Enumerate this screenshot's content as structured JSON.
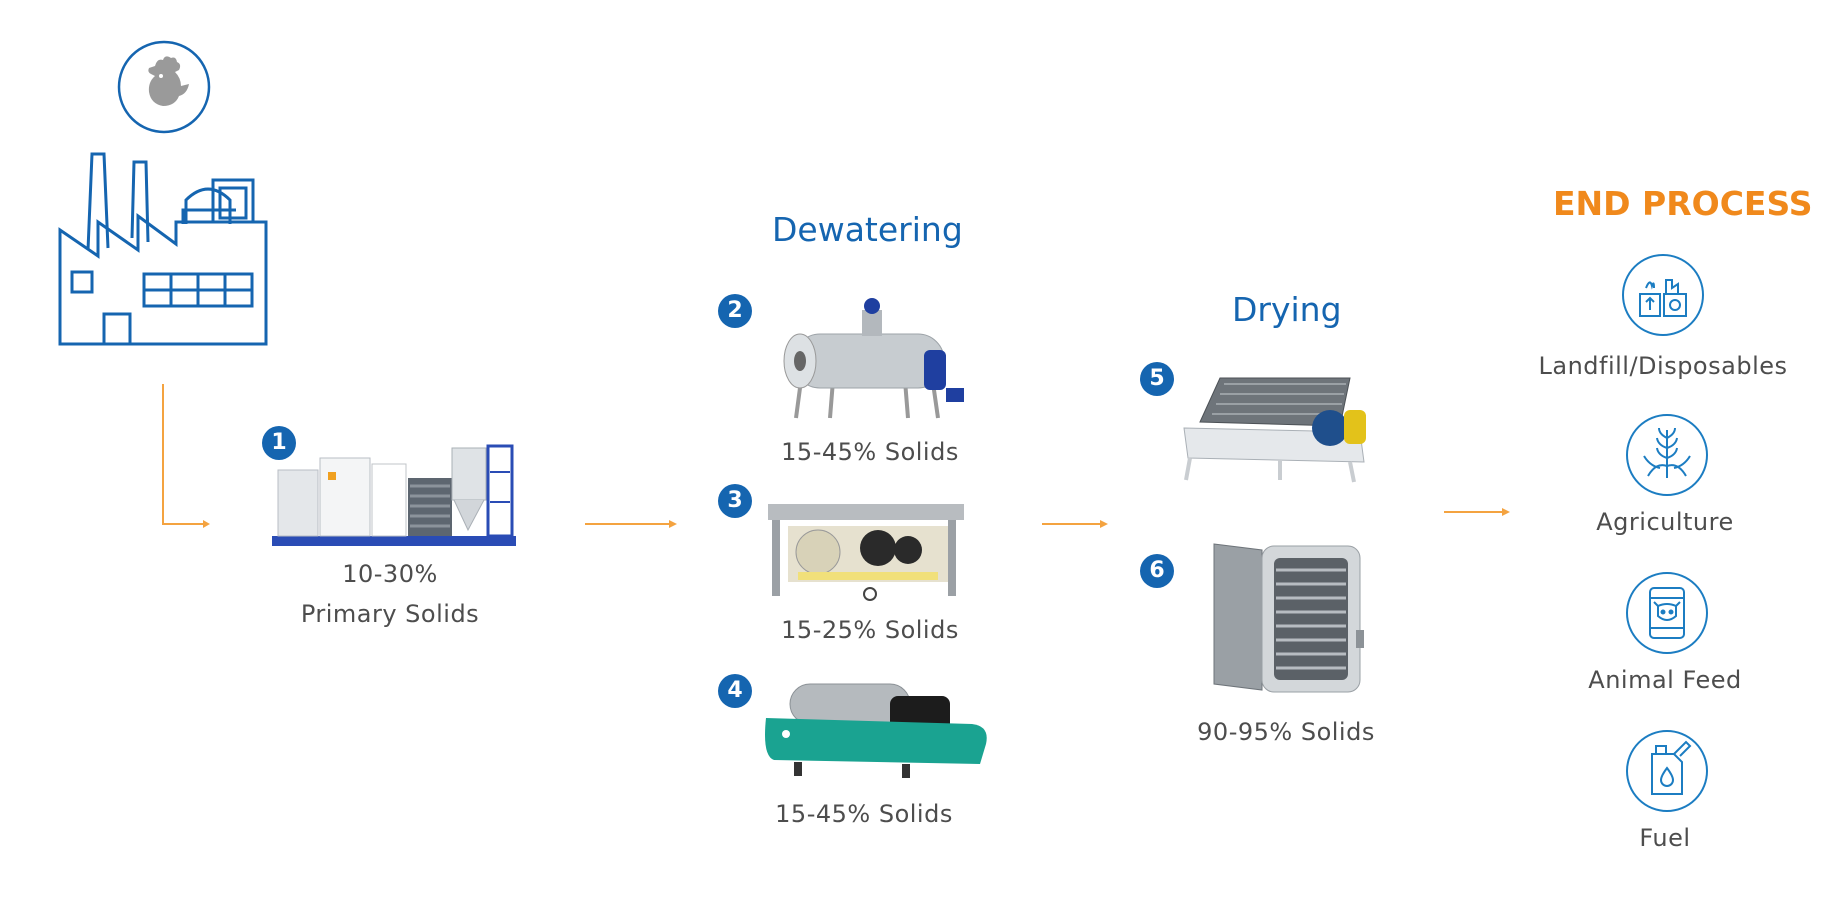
{
  "stages": {
    "dewatering_title": "Dewatering",
    "drying_title": "Drying",
    "end_process_title": "END PROCESS"
  },
  "steps": [
    {
      "number": "1",
      "label_line1": "10-30%",
      "label_line2": "Primary Solids"
    },
    {
      "number": "2",
      "label": "15-45% Solids"
    },
    {
      "number": "3",
      "label": "15-25% Solids"
    },
    {
      "number": "4",
      "label": "15-45% Solids"
    },
    {
      "number": "5",
      "label": ""
    },
    {
      "number": "6",
      "label": "90-95% Solids"
    }
  ],
  "end_outputs": [
    {
      "label": "Landfill/Disposables",
      "icon": "landfill-icon"
    },
    {
      "label": "Agriculture",
      "icon": "wheat-icon"
    },
    {
      "label": "Animal Feed",
      "icon": "animal-feed-icon"
    },
    {
      "label": "Fuel",
      "icon": "fuel-can-icon"
    }
  ],
  "colors": {
    "brand_blue": "#1565b0",
    "accent_orange": "#f0891c",
    "arrow_orange": "#f4a340",
    "machine_teal": "#1aa391"
  },
  "icons": {
    "source": "rooster-icon",
    "factory": "factory-icon"
  }
}
